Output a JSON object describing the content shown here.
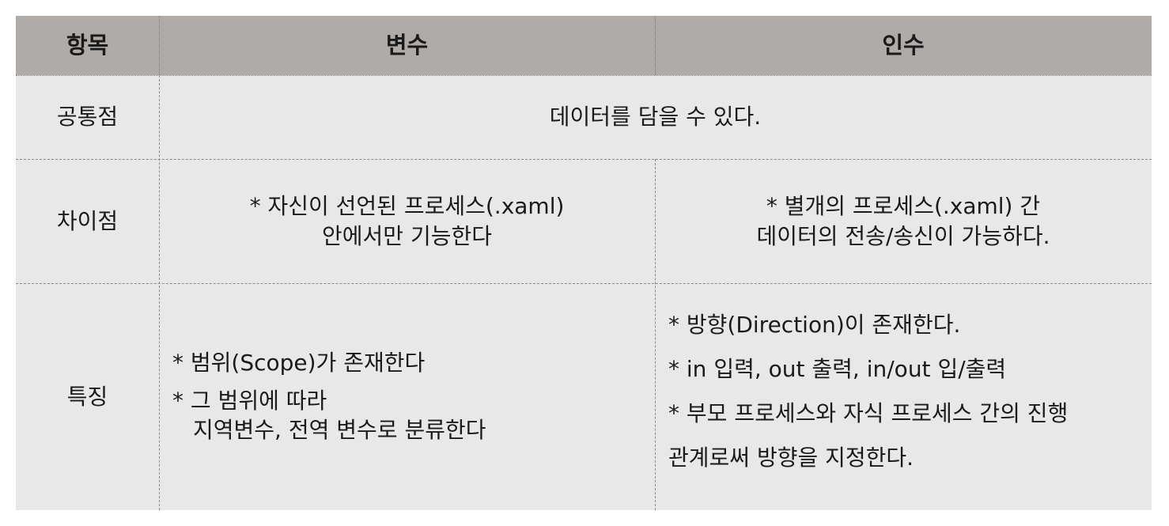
{
  "header": {
    "item": "항목",
    "variable": "변수",
    "argument": "인수"
  },
  "rows": {
    "common": {
      "label": "공통점",
      "text": "데이터를 담을 수 있다."
    },
    "difference": {
      "label": "차이점",
      "variable": [
        "* 자신이 선언된 프로세스(.xaml)",
        "안에서만 기능한다"
      ],
      "argument": [
        "* 별개의 프로세스(.xaml) 간",
        "데이터의 전송/송신이 가능하다."
      ]
    },
    "feature": {
      "label": "특징",
      "variable": [
        "* 범위(Scope)가 존재한다",
        "* 그 범위에 따라",
        "지역변수, 전역 변수로 분류한다"
      ],
      "argument": [
        "* 방향(Direction)이 존재한다.",
        "* in 입력, out 출력, in/out 입/출력",
        "* 부모 프로세스와 자식 프로세스 간의 진행",
        "관계로써 방향을 지정한다."
      ]
    }
  }
}
